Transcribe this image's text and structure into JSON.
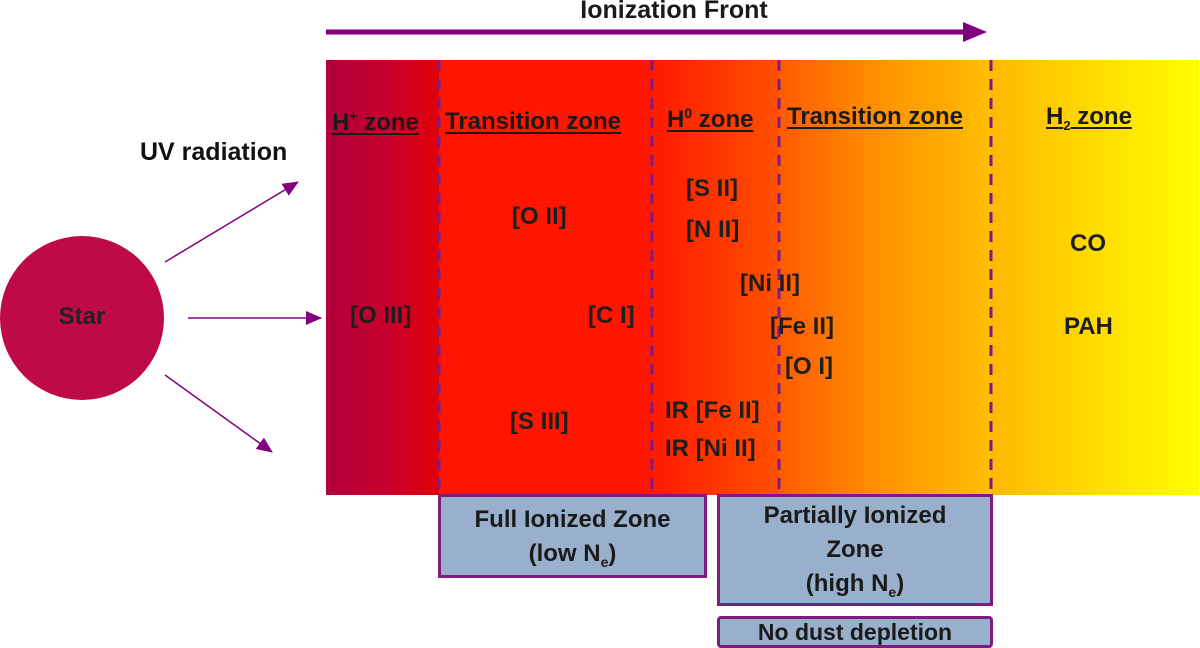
{
  "title": "Ionization Front",
  "uv_label": "UV radiation",
  "star_label": "Star",
  "zones": [
    {
      "main": "H",
      "sup": "+",
      "sub": "",
      "rest": " zone"
    },
    {
      "main": "Transition zone",
      "sup": "",
      "sub": "",
      "rest": ""
    },
    {
      "main": "H",
      "sup": "0",
      "sub": "",
      "rest": " zone"
    },
    {
      "main": "Transition zone",
      "sup": "",
      "sub": "",
      "rest": ""
    },
    {
      "main": "H",
      "sup": "",
      "sub": "2",
      "rest": " zone"
    }
  ],
  "species": {
    "o3": "[O III]",
    "o2": "[O II]",
    "c1": "[C I]",
    "s3": "[S III]",
    "s2": "[S II]",
    "n2": "[N II]",
    "ni2": "[Ni II]",
    "fe2": "[Fe II]",
    "o1": "[O I]",
    "ir_fe2": "IR [Fe II]",
    "ir_ni2": "IR [Ni II]",
    "co": "CO",
    "pah": "PAH"
  },
  "boxes": {
    "full_line1": "Full Ionized Zone",
    "full_line2_pre": "(low N",
    "full_line2_sub": "e",
    "full_line2_post": ")",
    "partial_line1": "Partially Ionized",
    "partial_line2": "Zone",
    "partial_line3_pre": "(high N",
    "partial_line3_sub": "e",
    "partial_line3_post": ")",
    "nodust": "No dust depletion"
  },
  "colors": {
    "accent_purple": "#800080",
    "star": "#bf0a48",
    "box_fill": "#98b0cc"
  }
}
